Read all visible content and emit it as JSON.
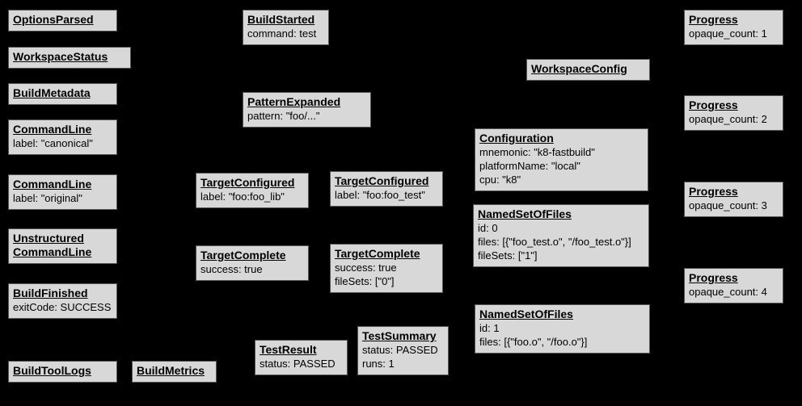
{
  "colors": {
    "background": "#000000",
    "node_fill": "#d8d8d8",
    "node_border": "#555555",
    "text": "#000000"
  },
  "nodes": [
    {
      "title": "OptionsParsed",
      "lines": []
    },
    {
      "title": "WorkspaceStatus",
      "lines": []
    },
    {
      "title": "BuildMetadata",
      "lines": []
    },
    {
      "title": "CommandLine",
      "lines": [
        "label: \"canonical\""
      ]
    },
    {
      "title": "CommandLine",
      "lines": [
        "label: \"original\""
      ]
    },
    {
      "title": "Unstructured\nCommandLine",
      "lines": []
    },
    {
      "title": "BuildFinished",
      "lines": [
        "exitCode: SUCCESS"
      ]
    },
    {
      "title": "BuildToolLogs",
      "lines": []
    },
    {
      "title": "BuildMetrics",
      "lines": []
    },
    {
      "title": "BuildStarted",
      "lines": [
        "command: test"
      ]
    },
    {
      "title": "PatternExpanded",
      "lines": [
        "pattern: \"foo/...\""
      ]
    },
    {
      "title": "TargetConfigured",
      "lines": [
        "label: \"foo:foo_lib\""
      ]
    },
    {
      "title": "TargetConfigured",
      "lines": [
        "label: \"foo:foo_test\""
      ]
    },
    {
      "title": "TargetComplete",
      "lines": [
        "success: true"
      ]
    },
    {
      "title": "TargetComplete",
      "lines": [
        "success: true",
        "fileSets: [\"0\"]"
      ]
    },
    {
      "title": "TestResult",
      "lines": [
        "status: PASSED"
      ]
    },
    {
      "title": "TestSummary",
      "lines": [
        "status: PASSED",
        "runs: 1"
      ]
    },
    {
      "title": "WorkspaceConfig",
      "lines": []
    },
    {
      "title": "Configuration",
      "lines": [
        "mnemonic: \"k8-fastbuild\"",
        "platformName: \"local\"",
        "cpu: \"k8\""
      ]
    },
    {
      "title": "NamedSetOfFiles",
      "lines": [
        "id: 0",
        "files: [{\"foo_test.o\", \"/foo_test.o\"}]",
        "fileSets: [\"1\"]"
      ]
    },
    {
      "title": "NamedSetOfFiles",
      "lines": [
        "id: 1",
        "files: [{\"foo.o\", \"/foo.o\"}]"
      ]
    },
    {
      "title": "Progress",
      "lines": [
        "opaque_count: 1"
      ]
    },
    {
      "title": "Progress",
      "lines": [
        "opaque_count: 2"
      ]
    },
    {
      "title": "Progress",
      "lines": [
        "opaque_count: 3"
      ]
    },
    {
      "title": "Progress",
      "lines": [
        "opaque_count: 4"
      ]
    }
  ]
}
